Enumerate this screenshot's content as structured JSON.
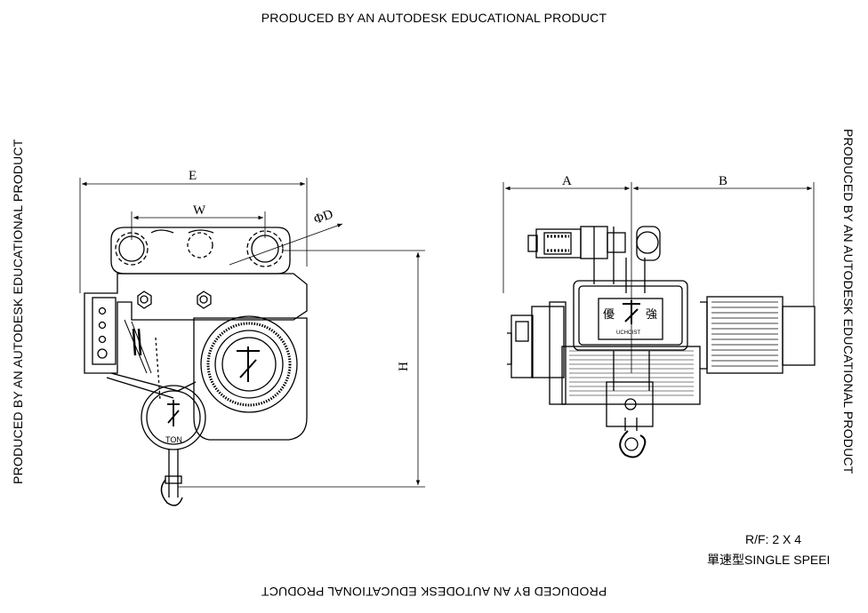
{
  "watermark": {
    "text": "PRODUCED BY AN AUTODESK EDUCATIONAL PRODUCT"
  },
  "dimensions": {
    "E": "E",
    "W": "W",
    "D": "ΦD",
    "H": "H",
    "A": "A",
    "B": "B"
  },
  "labels": {
    "ton": "TON",
    "brand_left": "優",
    "brand_right": "強",
    "brand_name": "UCHOIST"
  },
  "notes": {
    "ratio": "R/F:  2 X 4",
    "speed": "單速型SINGLE SPEED"
  }
}
